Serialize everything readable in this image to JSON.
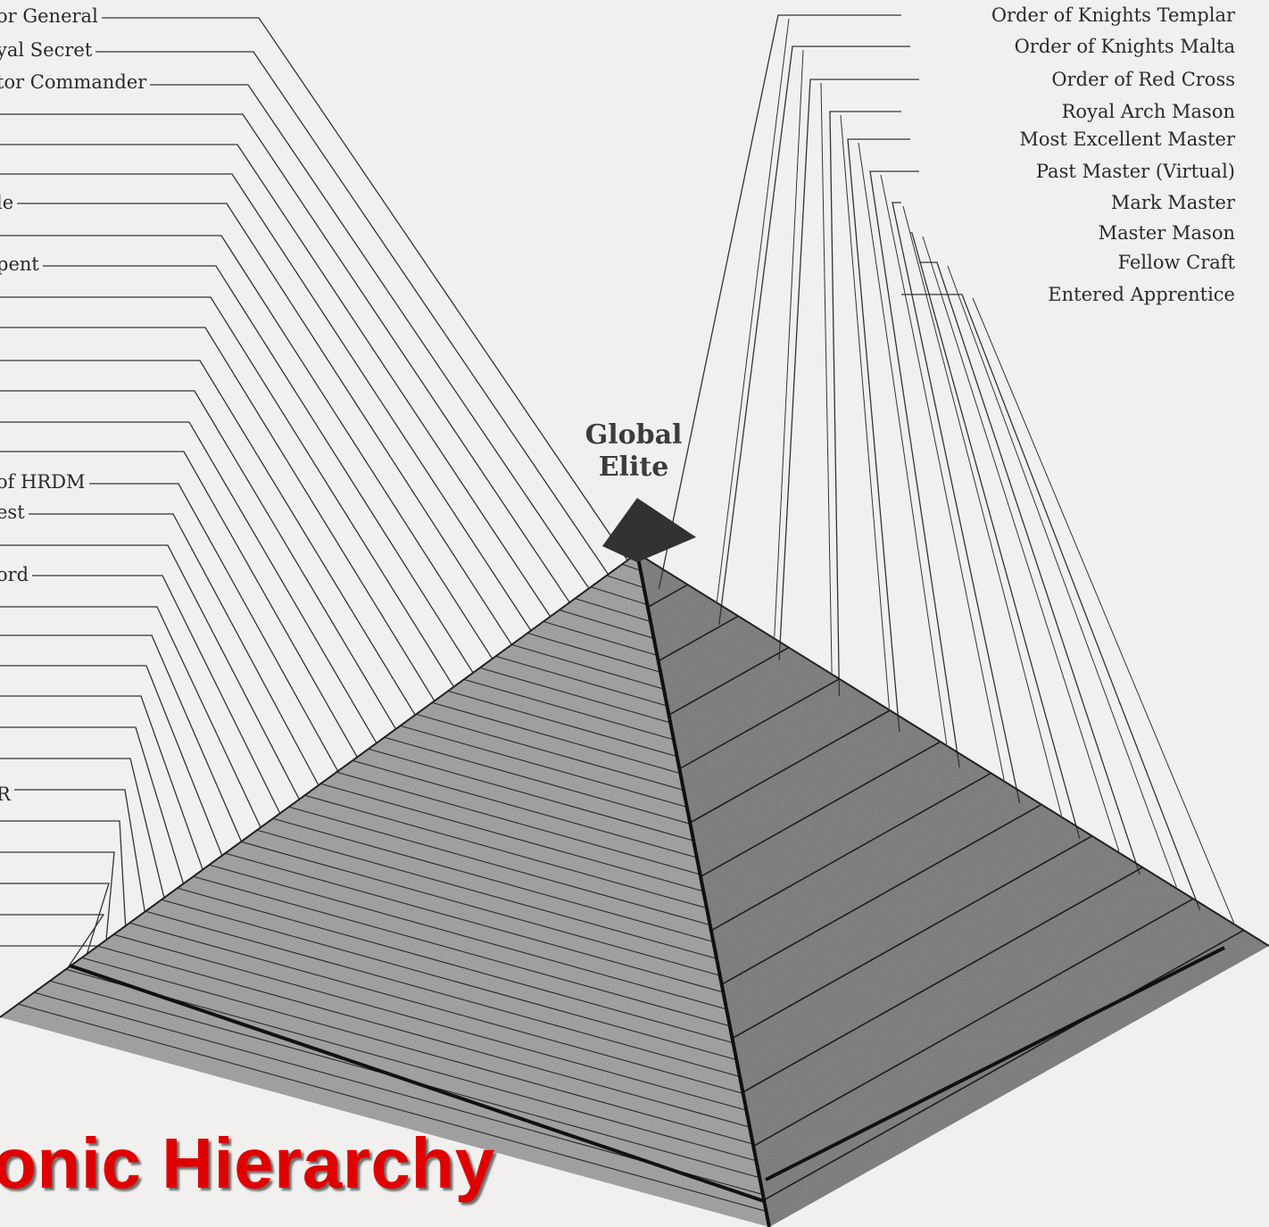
{
  "apex": {
    "line1": "Global",
    "line2": "Elite"
  },
  "right_degrees": [
    "Order of Knights Templar",
    "Order of Knights Malta",
    "Order of Red Cross",
    "Royal Arch Mason",
    "Most Excellent Master",
    "Past Master (Virtual)",
    "Mark Master",
    "Master Mason",
    "Fellow Craft",
    "Entered Apprentice"
  ],
  "left_degrees": [
    "or General",
    "yal Secret",
    "tor Commander",
    "le",
    "pent",
    "of HRDM",
    "est",
    "ord",
    "R"
  ],
  "caption": "onic Hierarchy",
  "colors": {
    "background": "#f1f0ee",
    "ink": "#2a2a2a",
    "caption": "#e00000",
    "pyramid_left_face": "#b3b3b3",
    "pyramid_right_face": "#8f8f8f",
    "apex_fill": "#3b3b3b"
  }
}
